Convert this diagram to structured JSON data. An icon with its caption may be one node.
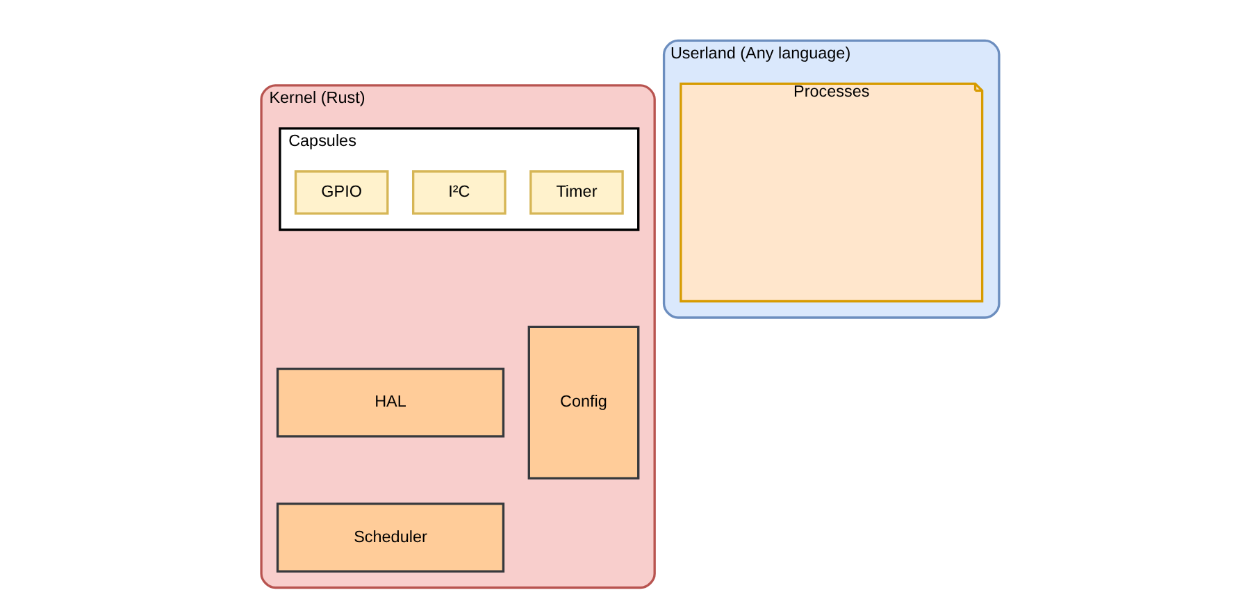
{
  "diagram": {
    "nodes": [
      {
        "text": [
          "Kernel (Rust)"
        ]
      },
      {
        "text": [
          "Capsules"
        ],
        "in": 0
      },
      {
        "text": [
          "I²C"
        ],
        "in": 1
      },
      {
        "text": [
          "GPIO"
        ],
        "in": 1
      },
      {
        "text": [
          "Timer"
        ],
        "in": 1
      },
      {
        "text": [
          "HAL"
        ],
        "in": 0
      },
      {
        "text": [
          "Scheduler"
        ],
        "in": 0
      },
      {
        "text": [
          "Config"
        ],
        "in": 0
      },
      {
        "text": [
          "Userland (Any language)"
        ]
      },
      {
        "text": [
          "Processes"
        ],
        "in": 8
      }
    ],
    "edges": []
  }
}
